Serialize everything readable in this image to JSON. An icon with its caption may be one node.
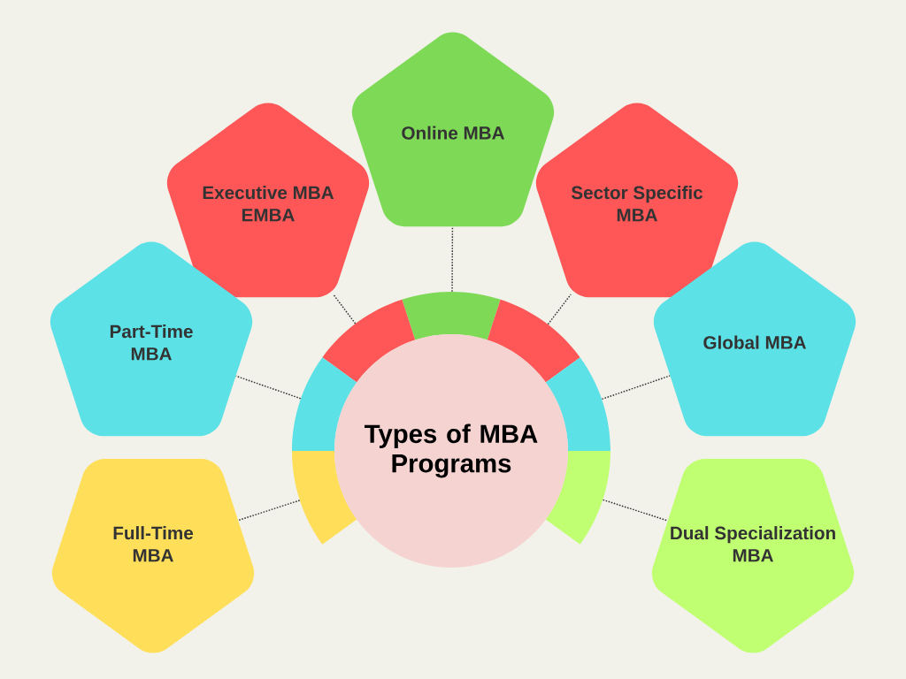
{
  "diagram": {
    "nodes": [
      {
        "text": [
          "Types of MBA Programs"
        ]
      },
      {
        "text": [
          "Online MBA"
        ]
      },
      {
        "text": [
          "Executive MBA EMBA"
        ]
      },
      {
        "text": [
          "Sector Specific MBA"
        ]
      },
      {
        "text": [
          "Part-Time MBA"
        ]
      },
      {
        "text": [
          "Global MBA"
        ]
      },
      {
        "text": [
          "Full-Time MBA"
        ]
      },
      {
        "text": [
          "Dual Specialization MBA"
        ]
      }
    ],
    "edges": [
      {
        "from": 0,
        "to": 1,
        "arrow": "none",
        "style": "dashed"
      },
      {
        "from": 0,
        "to": 2,
        "arrow": "none",
        "style": "dashed"
      },
      {
        "from": 0,
        "to": 3,
        "arrow": "none",
        "style": "dashed"
      },
      {
        "from": 0,
        "to": 4,
        "arrow": "none",
        "style": "dashed"
      },
      {
        "from": 0,
        "to": 5,
        "arrow": "none",
        "style": "dashed"
      },
      {
        "from": 0,
        "to": 6,
        "arrow": "none",
        "style": "dashed"
      },
      {
        "from": 0,
        "to": 7,
        "arrow": "none",
        "style": "dashed"
      }
    ]
  }
}
